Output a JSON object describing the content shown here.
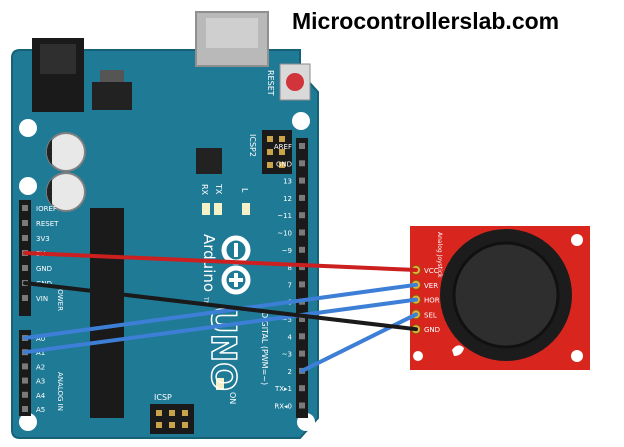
{
  "watermark": "Microcontrollerslab.com",
  "board": {
    "brand": "Arduino",
    "trademark": "TM",
    "model": "UNO",
    "reset_label": "RESET",
    "icsp2_label": "ICSP2",
    "icsp_label": "ICSP",
    "tx_label": "TX",
    "rx_label": "RX",
    "l_label": "L",
    "on_label": "ON",
    "digital_label": "DIGITAL (PWM=~)",
    "power_label": "POWER",
    "analog_label": "ANALOG IN",
    "digital_pins": [
      "AREF",
      "GND",
      "13",
      "12",
      "~11",
      "~10",
      "~9",
      "8",
      "7",
      "~6",
      "~5",
      "4",
      "~3",
      "2",
      "TX▸1",
      "RX◂0"
    ],
    "power_pins": [
      "IOREF",
      "RESET",
      "3V3",
      "5V",
      "GND",
      "GND",
      "VIN"
    ],
    "analog_pins": [
      "A0",
      "A1",
      "A2",
      "A3",
      "A4",
      "A5"
    ]
  },
  "joystick": {
    "title": "Analog Joystick",
    "pins": [
      "VCC",
      "VER",
      "HOR",
      "SEL",
      "GND"
    ]
  },
  "colors": {
    "board": "#1f7a96",
    "board_edge": "#176178",
    "module": "#d8261e",
    "wire_vcc": "#cc1f1f",
    "wire_signal": "#3d7fd6",
    "wire_gnd": "#1a1a1a"
  }
}
